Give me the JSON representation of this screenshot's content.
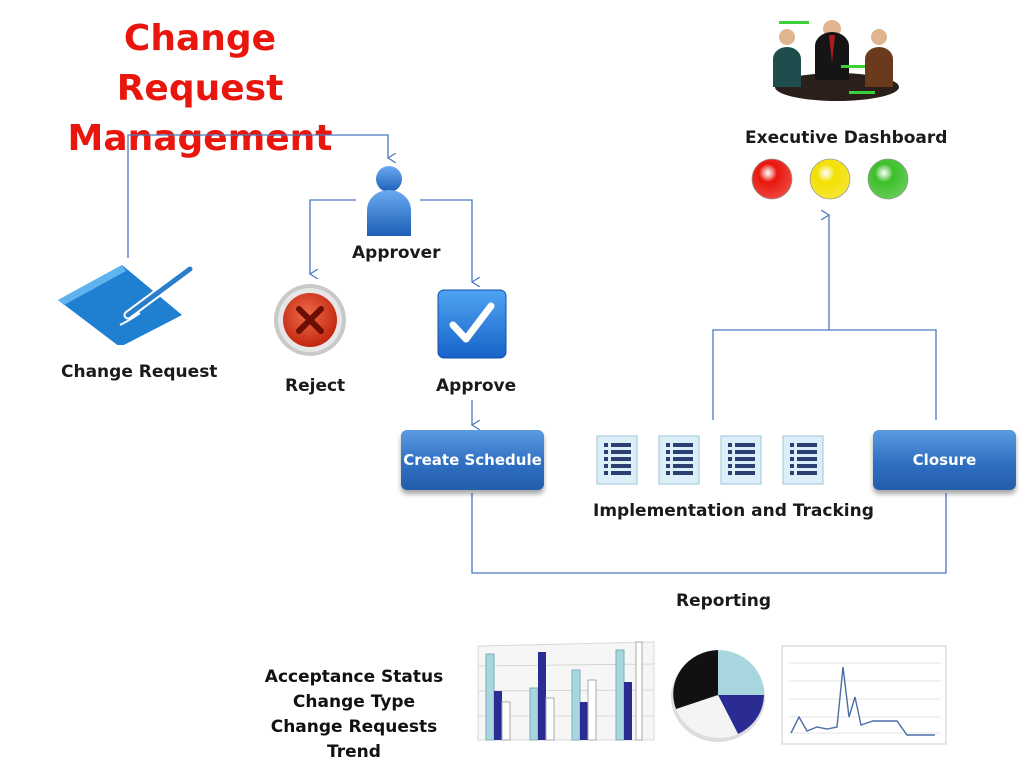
{
  "title": {
    "line1": "Change Request",
    "line2": "Management"
  },
  "nodes": {
    "change_request": "Change Request",
    "approver": "Approver",
    "reject": "Reject",
    "approve": "Approve",
    "create_schedule": "Create Schedule",
    "implementation": "Implementation and Tracking",
    "closure": "Closure",
    "executive_dashboard": "Executive Dashboard",
    "reporting": "Reporting"
  },
  "dashboard_lights": [
    "#e8160c",
    "#f2e000",
    "#3cbf2a"
  ],
  "report_metrics": [
    "Acceptance Status",
    "Change Type",
    "Change Requests Trend"
  ],
  "colors": {
    "accent_red": "#e8160c",
    "button_blue": "#2f6fc2",
    "line_blue": "#4a78c0"
  },
  "icons": [
    "pen-paper-icon",
    "user-icon",
    "reject-x-icon",
    "approve-check-icon",
    "checklist-icon",
    "meeting-icon",
    "bar-chart-icon",
    "pie-chart-icon",
    "line-chart-icon"
  ]
}
